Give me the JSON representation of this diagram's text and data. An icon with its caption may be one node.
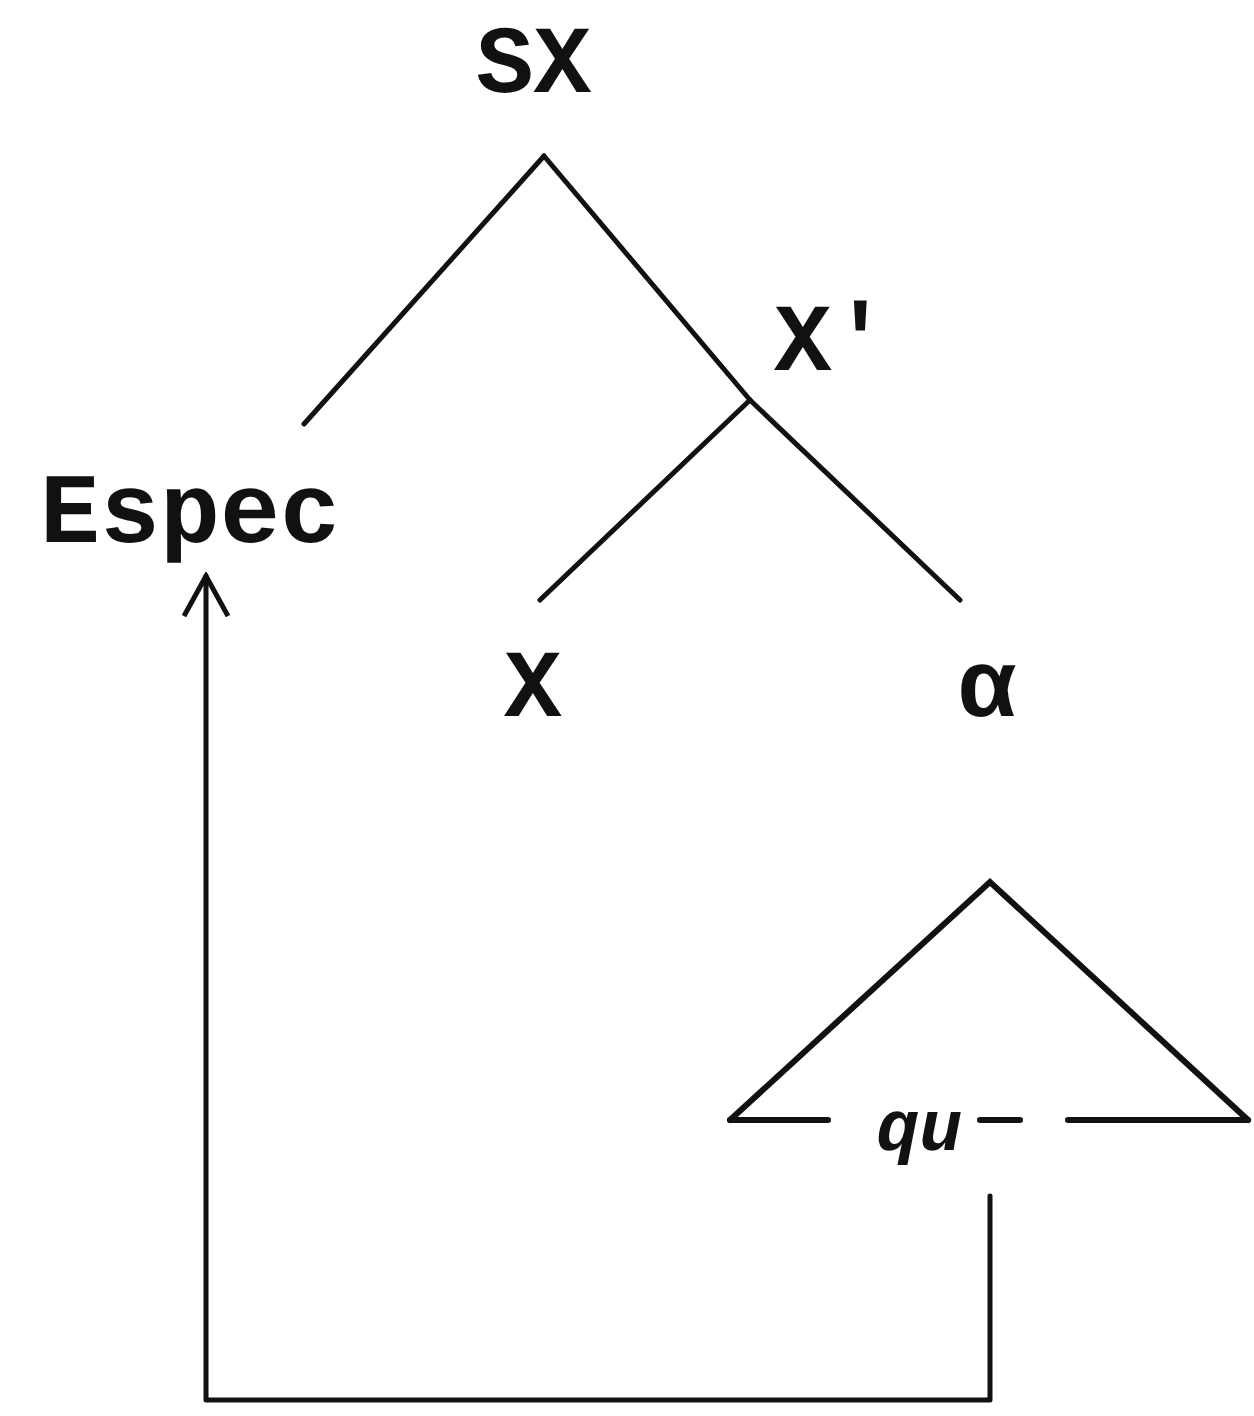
{
  "diagram": {
    "nodes": [
      {
        "text": [
          "SX"
        ]
      },
      {
        "text": [
          "X'"
        ]
      },
      {
        "text": [
          "Espec"
        ]
      },
      {
        "text": [
          "X"
        ]
      },
      {
        "text": [
          "α"
        ]
      },
      {
        "text": [
          "qu"
        ]
      }
    ],
    "edges": [
      {
        "from": 0,
        "to": 2,
        "arrow": "none"
      },
      {
        "from": 0,
        "to": 1,
        "arrow": "none"
      },
      {
        "from": 1,
        "to": 3,
        "arrow": "none"
      },
      {
        "from": 1,
        "to": 4,
        "arrow": "none"
      },
      {
        "from": 5,
        "to": 2,
        "arrow": "to"
      }
    ]
  }
}
